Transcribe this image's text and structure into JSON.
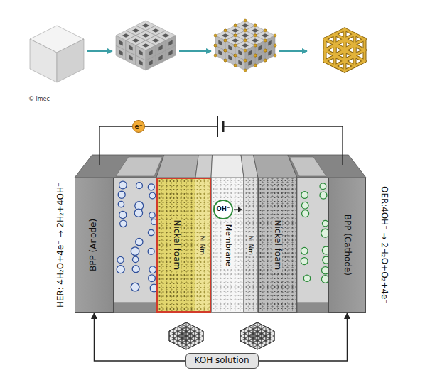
{
  "diagram": {
    "nodes": [
      {
        "text": [
          "BPP (Anode)"
        ]
      },
      {
        "text": [
          "Nickel foam"
        ]
      },
      {
        "text": [
          "Ni Nm"
        ]
      },
      {
        "text": [
          "Membrane"
        ]
      },
      {
        "text": [
          "OH⁻"
        ],
        "in": 3
      },
      {
        "text": [
          "Ni Nm"
        ]
      },
      {
        "text": [
          "Nickel foam"
        ]
      },
      {
        "text": [
          "BPP (Cathode)"
        ]
      },
      {
        "text": [
          "KOH solution"
        ]
      }
    ],
    "edges": [
      {
        "from": 8,
        "to": 0,
        "arrow": "to"
      },
      {
        "from": 8,
        "to": 7,
        "arrow": "to"
      }
    ],
    "labels": [
      "© imec",
      "e⁻",
      "HER: 4H₂O+4e⁻ → 2H₂+4OH⁻",
      "OER:4OH⁻ → 2H₂O+O₂+4e⁻"
    ]
  }
}
